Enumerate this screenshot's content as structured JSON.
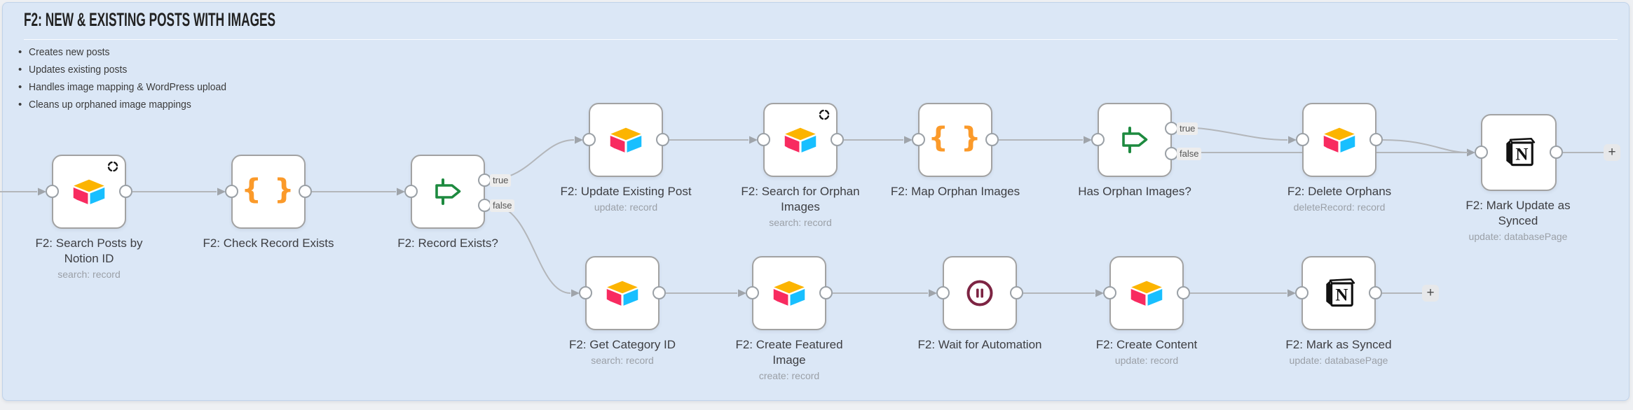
{
  "sticky": {
    "title": "F2: NEW & EXISTING POSTS WITH IMAGES",
    "bullets": [
      "Creates new posts",
      "Updates existing posts",
      "Handles image mapping & WordPress upload",
      "Cleans up orphaned image mappings"
    ],
    "background": "#dbe7f6"
  },
  "nodes": [
    {
      "caption": "F2: Search Posts by Notion ID",
      "subtitle": "search: record",
      "type": "airtable",
      "retry_badge": true
    },
    {
      "caption": "F2: Check Record Exists",
      "type": "code"
    },
    {
      "caption": "F2: Record Exists?",
      "type": "if",
      "out_true": "true",
      "out_false": "false"
    },
    {
      "caption": "F2: Update Existing Post",
      "subtitle": "update: record",
      "type": "airtable"
    },
    {
      "caption": "F2: Search for Orphan Images",
      "subtitle": "search: record",
      "type": "airtable",
      "retry_badge": true
    },
    {
      "caption": "F2: Map Orphan Images",
      "type": "code"
    },
    {
      "caption": "Has Orphan Images?",
      "type": "if",
      "out_true": "true",
      "out_false": "false"
    },
    {
      "caption": "F2: Delete Orphans",
      "subtitle": "deleteRecord: record",
      "type": "airtable"
    },
    {
      "caption": "F2: Mark Update as Synced",
      "subtitle": "update: databasePage",
      "type": "notion"
    },
    {
      "caption": "F2: Get Category ID",
      "subtitle": "search: record",
      "type": "airtable"
    },
    {
      "caption": "F2: Create Featured Image",
      "subtitle": "create: record",
      "type": "airtable"
    },
    {
      "caption": "F2: Wait for Automation",
      "type": "wait"
    },
    {
      "caption": "F2: Create Content",
      "subtitle": "update: record",
      "type": "airtable"
    },
    {
      "caption": "F2: Mark as Synced",
      "subtitle": "update: databasePage",
      "type": "notion"
    }
  ],
  "icons": {
    "plus": "+",
    "code_glyph": "{ }",
    "notion_letter": "N"
  },
  "colors": {
    "canvas": "#eef0f3",
    "wire": "#b3b6ba",
    "node_border": "#a2a2a2",
    "airtable_yellow": "#FCB400",
    "airtable_pink": "#F82B60",
    "airtable_blue": "#18BFFF",
    "if_green": "#1d8a3f",
    "wait_maroon": "#7d2443",
    "code_orange": "#fb9a2a"
  }
}
